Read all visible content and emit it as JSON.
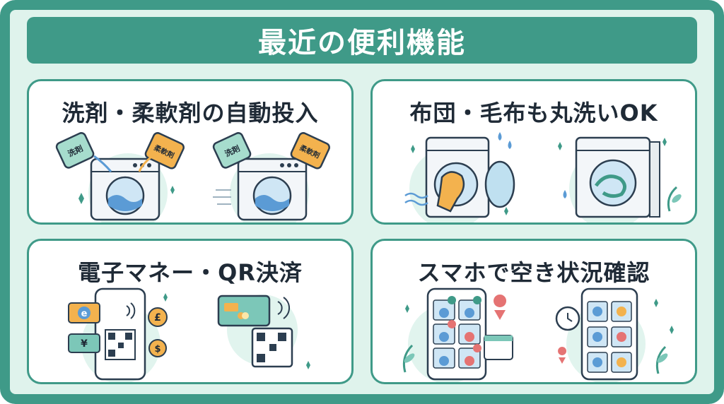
{
  "title": "最近の便利機能",
  "panels": [
    {
      "heading": "洗剤・柔軟剤の自動投入",
      "labels": [
        "洗剤",
        "柔軟剤",
        "洗剤",
        "柔軟剤"
      ]
    },
    {
      "heading": "布団・毛布も丸洗いOK"
    },
    {
      "heading": "電子マネー・QR決済",
      "symbols": [
        "e",
        "¥",
        "£",
        "$"
      ]
    },
    {
      "heading": "スマホで空き状況確認"
    }
  ],
  "colors": {
    "frame": "#3f9a88",
    "bg": "#dff3ec",
    "teal": "#7cc7b8",
    "orange": "#f3b24e",
    "blue": "#5b9bd5",
    "outline": "#2c3e50"
  }
}
